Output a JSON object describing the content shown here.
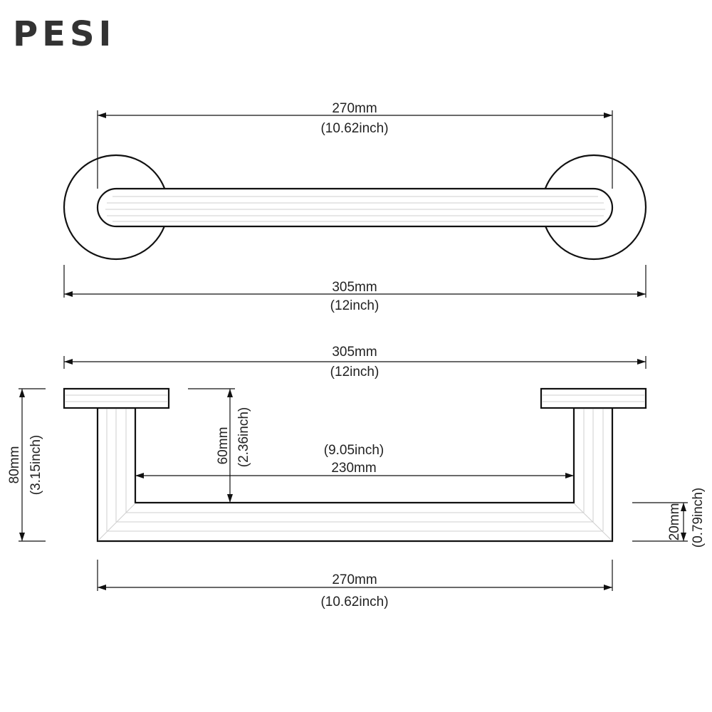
{
  "brand": {
    "logo_text": "PESI"
  },
  "top_view": {
    "inner_length_mm": "270mm",
    "inner_length_in": "(10.62inch)",
    "outer_length_mm": "305mm",
    "outer_length_in": "(12inch)"
  },
  "side_view": {
    "overall_length_mm": "305mm",
    "overall_length_in": "(12inch)",
    "height_mm": "80mm",
    "height_in": "(3.15inch)",
    "clearance_mm": "60mm",
    "clearance_in": "(2.36inch)",
    "inner_gap_in": "(9.05inch)",
    "inner_gap_mm": "230mm",
    "bar_dia_mm": "20mm",
    "bar_dia_in": "(0.79inch)",
    "bottom_length_mm": "270mm",
    "bottom_length_in": "(10.62inch)"
  },
  "colors": {
    "stroke": "#111111",
    "hatch": "#cfcfcf",
    "logo": "#333333"
  }
}
